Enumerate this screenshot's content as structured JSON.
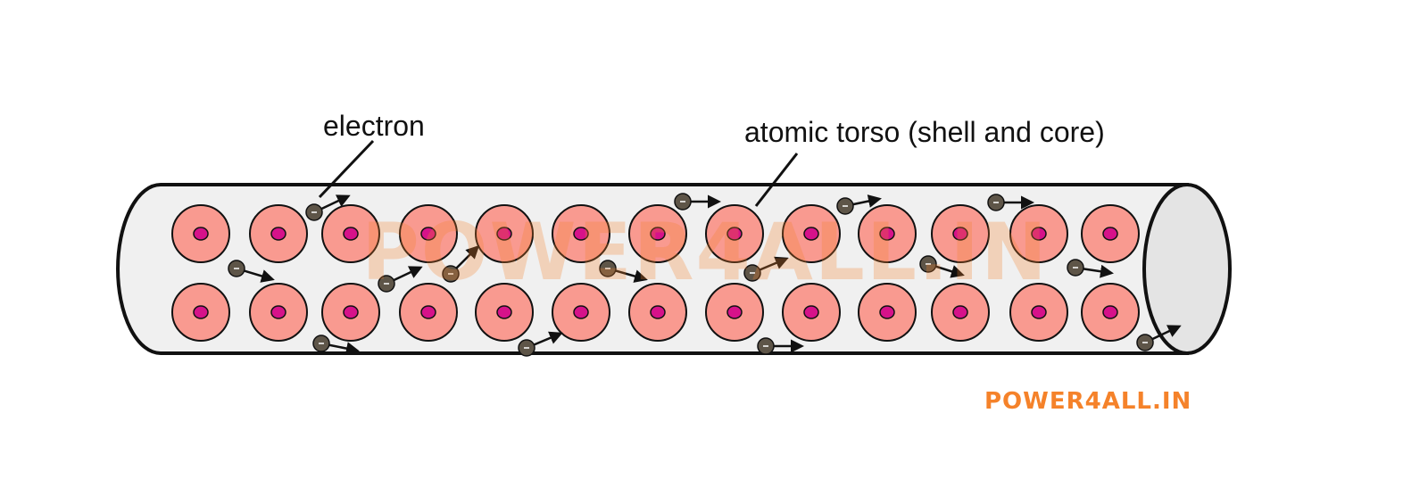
{
  "labels": {
    "electron": "electron",
    "atomic_torso": "atomic torso  (shell and core)"
  },
  "watermark": {
    "text": "POWER4ALL.IN",
    "color": "#f5822a"
  },
  "colors": {
    "atom_shell": "#f99a90",
    "atom_core": "#d6128a",
    "electron": "#5e5548",
    "wire_fill": "#f0f0f0",
    "outline": "#111111"
  }
}
